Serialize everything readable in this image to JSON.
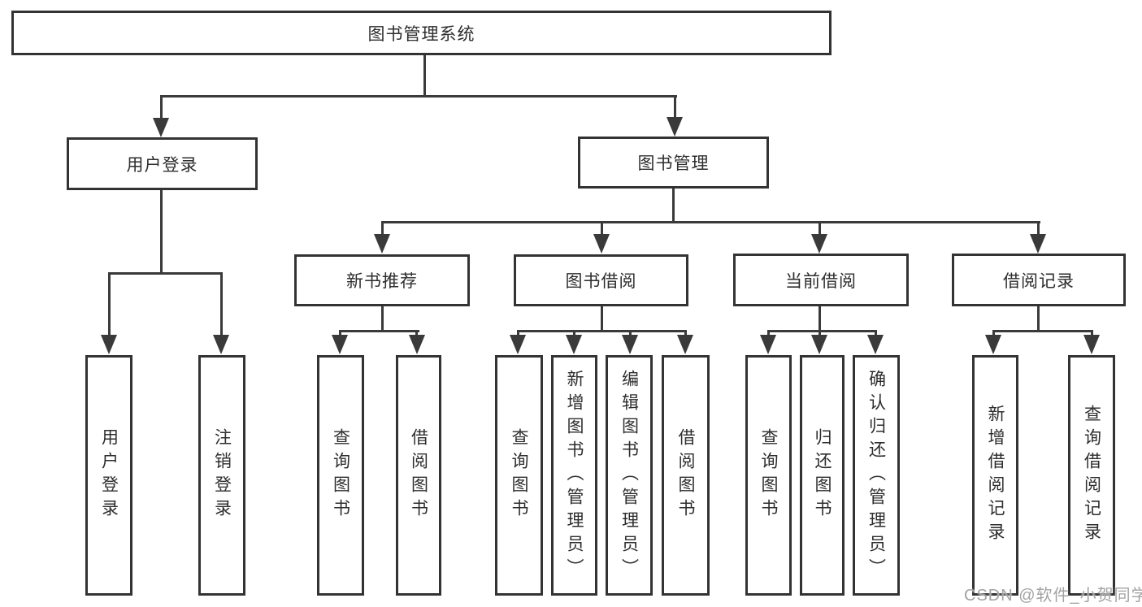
{
  "diagram": {
    "watermark": "CSDN @软件_小贺同学",
    "colors": {
      "line": "#3a3a3a",
      "border": "#333333",
      "text": "#2d2d2d",
      "watermark": "#a3a3a3",
      "background": "#ffffff"
    },
    "nodes": {
      "root": "图书管理系统",
      "user_login": "用户登录",
      "book_mgmt": "图书管理",
      "new_book_rec": "新书推荐",
      "book_borrow": "图书借阅",
      "current_borrow": "当前借阅",
      "borrow_record": "借阅记录",
      "ul_login": "用户登录",
      "ul_logout": "注销登录",
      "nb_query": "查询图书",
      "nb_borrow": "借阅图书",
      "bb_query": "查询图书",
      "bb_add": "新增图书（管理员）",
      "bb_edit": "编辑图书（管理员）",
      "bb_borrow": "借阅图书",
      "cb_query": "查询图书",
      "cb_return": "归还图书",
      "cb_confirm": "确认归还（管理员）",
      "br_add": "新增借阅记录",
      "br_query": "查询借阅记录"
    },
    "hierarchy": {
      "图书管理系统": {
        "用户登录": [
          "用户登录",
          "注销登录"
        ],
        "图书管理": {
          "新书推荐": [
            "查询图书",
            "借阅图书"
          ],
          "图书借阅": [
            "查询图书",
            "新增图书（管理员）",
            "编辑图书（管理员）",
            "借阅图书"
          ],
          "当前借阅": [
            "查询图书",
            "归还图书",
            "确认归还（管理员）"
          ],
          "借阅记录": [
            "新增借阅记录",
            "查询借阅记录"
          ]
        }
      }
    }
  }
}
